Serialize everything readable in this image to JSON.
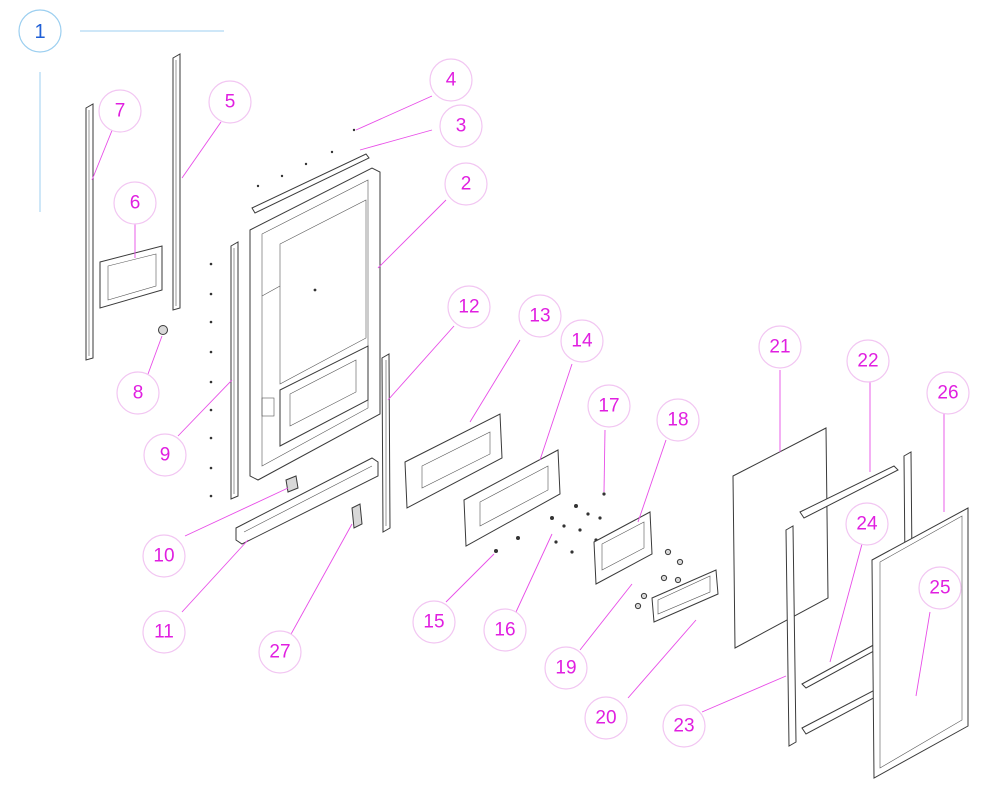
{
  "figure": {
    "number": "1"
  },
  "colors": {
    "callout_text": "#e01fe0",
    "callout_ring": "#f2c6f2",
    "figure_badge": "#1f5fd6",
    "accent_line": "#9ccff0"
  },
  "callouts": [
    "2",
    "3",
    "4",
    "5",
    "6",
    "7",
    "8",
    "9",
    "10",
    "11",
    "12",
    "13",
    "14",
    "15",
    "16",
    "17",
    "18",
    "19",
    "20",
    "21",
    "22",
    "23",
    "24",
    "25",
    "26",
    "27"
  ]
}
